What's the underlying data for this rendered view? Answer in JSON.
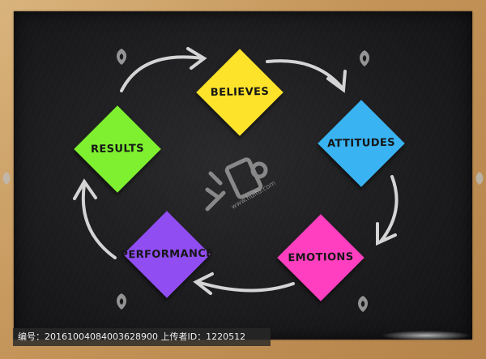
{
  "notes": [
    {
      "id": "believes",
      "label": "BELIEVES",
      "color": "#fde32a"
    },
    {
      "id": "attitudes",
      "label": "ATTITUDES",
      "color": "#39b3f2"
    },
    {
      "id": "emotions",
      "label": "EMOTIONS",
      "color": "#ff3fc0"
    },
    {
      "id": "performance",
      "label": "PERFORMANCE",
      "color": "#8f4df2"
    },
    {
      "id": "results",
      "label": "RESULTS",
      "color": "#7ef02f"
    }
  ],
  "watermark": {
    "url": "www.huitu.com"
  },
  "caption": {
    "text": "编号：20161004084003628900  上传者ID：1220512"
  },
  "colors": {
    "board": "#1b1b1d",
    "frame": "#c8a06a",
    "chalk": "#e8e8e8"
  }
}
